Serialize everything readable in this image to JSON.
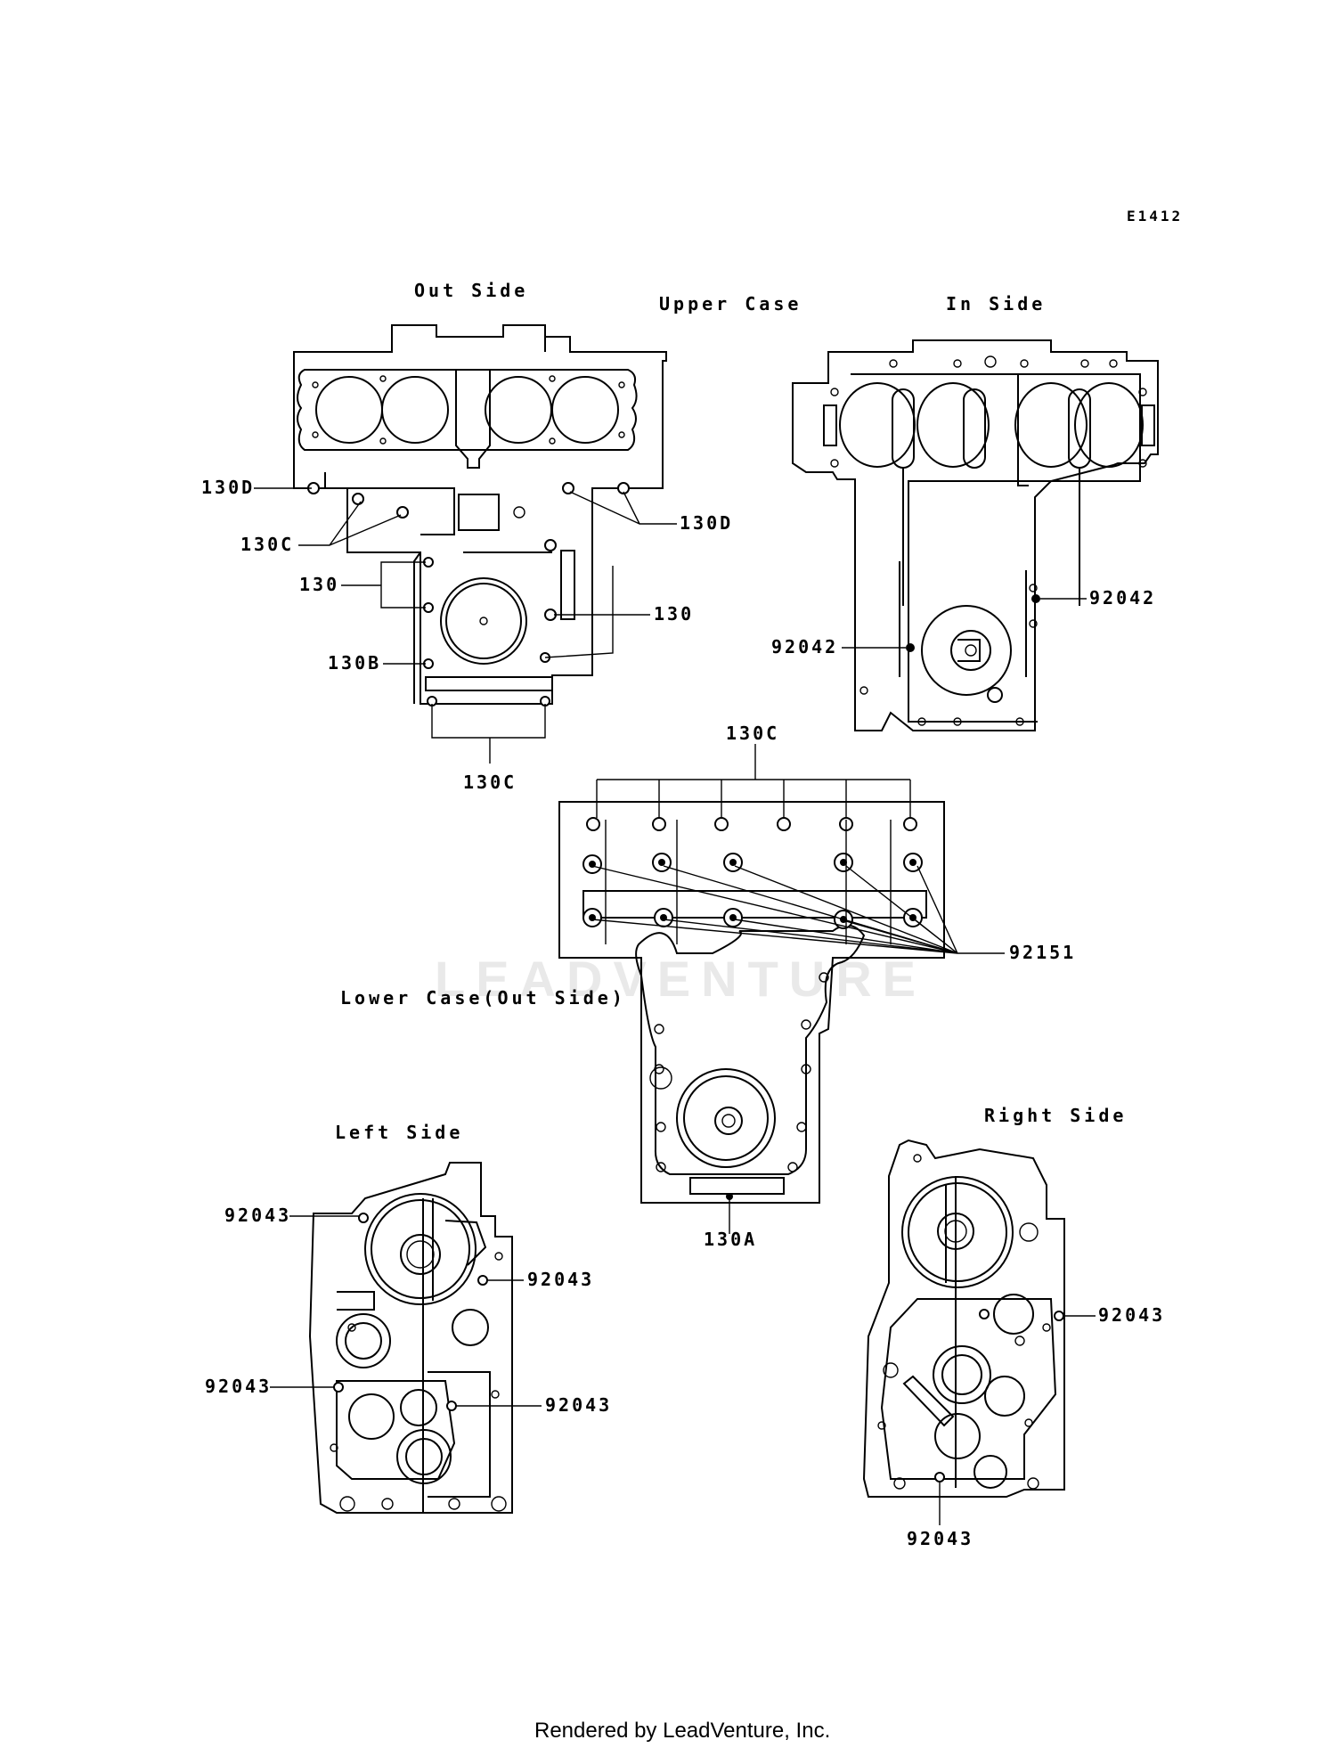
{
  "diagram_code": "E1412",
  "captions": {
    "upper_case": "Upper Case",
    "out_side": "Out Side",
    "in_side": "In Side",
    "lower_case": "Lower Case(Out Side)",
    "left_side": "Left Side",
    "right_side": "Right Side"
  },
  "callouts": {
    "upper_out_130d_left": "130D",
    "upper_out_130c_left": "130C",
    "upper_out_130d_right": "130D",
    "upper_out_130_left": "130",
    "upper_out_130_right": "130",
    "upper_out_130b": "130B",
    "upper_out_130c_bottom": "130C",
    "upper_in_92042_right": "92042",
    "upper_in_92042_left": "92042",
    "lower_130c_top": "130C",
    "lower_92151": "92151",
    "lower_130a": "130A",
    "left_92043_top": "92043",
    "left_92043_right_top": "92043",
    "left_92043_mid_left": "92043",
    "left_92043_mid_right": "92043",
    "right_92043_right": "92043",
    "right_92043_bottom": "92043"
  },
  "watermark": "LEADVENTURE",
  "footer": "Rendered by LeadVenture, Inc."
}
